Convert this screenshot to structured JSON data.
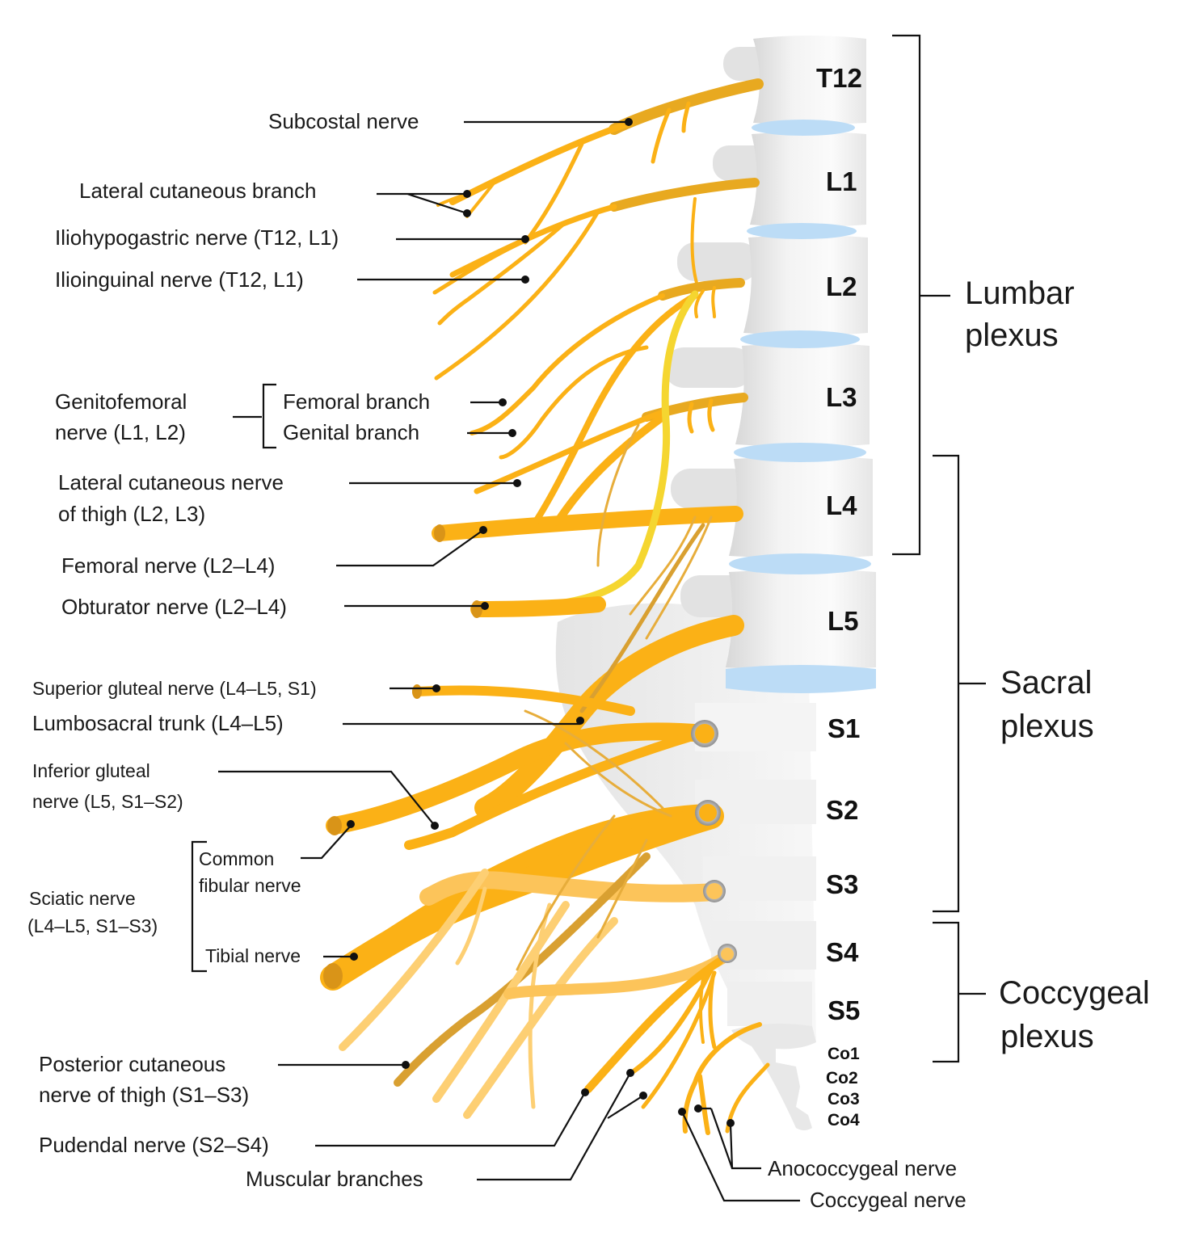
{
  "vertebrae": [
    {
      "id": "t12",
      "label": "T12"
    },
    {
      "id": "l1",
      "label": "L1"
    },
    {
      "id": "l2",
      "label": "L2"
    },
    {
      "id": "l3",
      "label": "L3"
    },
    {
      "id": "l4",
      "label": "L4"
    },
    {
      "id": "l5",
      "label": "L5"
    },
    {
      "id": "s1",
      "label": "S1"
    },
    {
      "id": "s2",
      "label": "S2"
    },
    {
      "id": "s3",
      "label": "S3"
    },
    {
      "id": "s4",
      "label": "S4"
    },
    {
      "id": "s5",
      "label": "S5"
    },
    {
      "id": "co1",
      "label": "Co1"
    },
    {
      "id": "co2",
      "label": "Co2"
    },
    {
      "id": "co3",
      "label": "Co3"
    },
    {
      "id": "co4",
      "label": "Co4"
    }
  ],
  "groups": {
    "lumbar": {
      "line1": "Lumbar",
      "line2": "plexus"
    },
    "sacral": {
      "line1": "Sacral",
      "line2": "plexus"
    },
    "coccygeal": {
      "line1": "Coccygeal",
      "line2": "plexus"
    }
  },
  "labels": {
    "subcostal": "Subcostal nerve",
    "lateral_cutaneous_branch": "Lateral cutaneous branch",
    "iliohypogastric": "Iliohypogastric nerve (T12, L1)",
    "ilioinguinal": "Ilioinguinal nerve (T12, L1)",
    "genitofemoral_1": "Genitofemoral",
    "genitofemoral_2": "nerve (L1, L2)",
    "femoral_branch": "Femoral branch",
    "genital_branch": "Genital branch",
    "lat_cut_thigh_1": "Lateral cutaneous nerve",
    "lat_cut_thigh_2": "of thigh (L2, L3)",
    "femoral": "Femoral nerve (L2–L4)",
    "obturator": "Obturator nerve (L2–L4)",
    "superior_gluteal": "Superior gluteal nerve (L4–L5, S1)",
    "lumbosacral_trunk": "Lumbosacral trunk (L4–L5)",
    "inferior_gluteal_1": "Inferior gluteal",
    "inferior_gluteal_2": "nerve (L5, S1–S2)",
    "common_fibular_1": "Common",
    "common_fibular_2": "fibular nerve",
    "sciatic_1": "Sciatic nerve",
    "sciatic_2": "(L4–L5, S1–S3)",
    "tibial": "Tibial nerve",
    "post_cut_thigh_1": "Posterior cutaneous",
    "post_cut_thigh_2": "nerve of thigh (S1–S3)",
    "pudendal": "Pudendal nerve (S2–S4)",
    "muscular": "Muscular branches",
    "anococcygeal": "Anococcygeal nerve",
    "coccygeal": "Coccygeal nerve"
  },
  "colors": {
    "nerve_main": "#fbb116",
    "nerve_dark": "#d9a031",
    "nerve_light": "#fdcf73",
    "nerve_yellow": "#f7e02a",
    "bone": "#ececec",
    "bone_shade": "#dcdcdc",
    "disc": "#bcdcf6"
  }
}
